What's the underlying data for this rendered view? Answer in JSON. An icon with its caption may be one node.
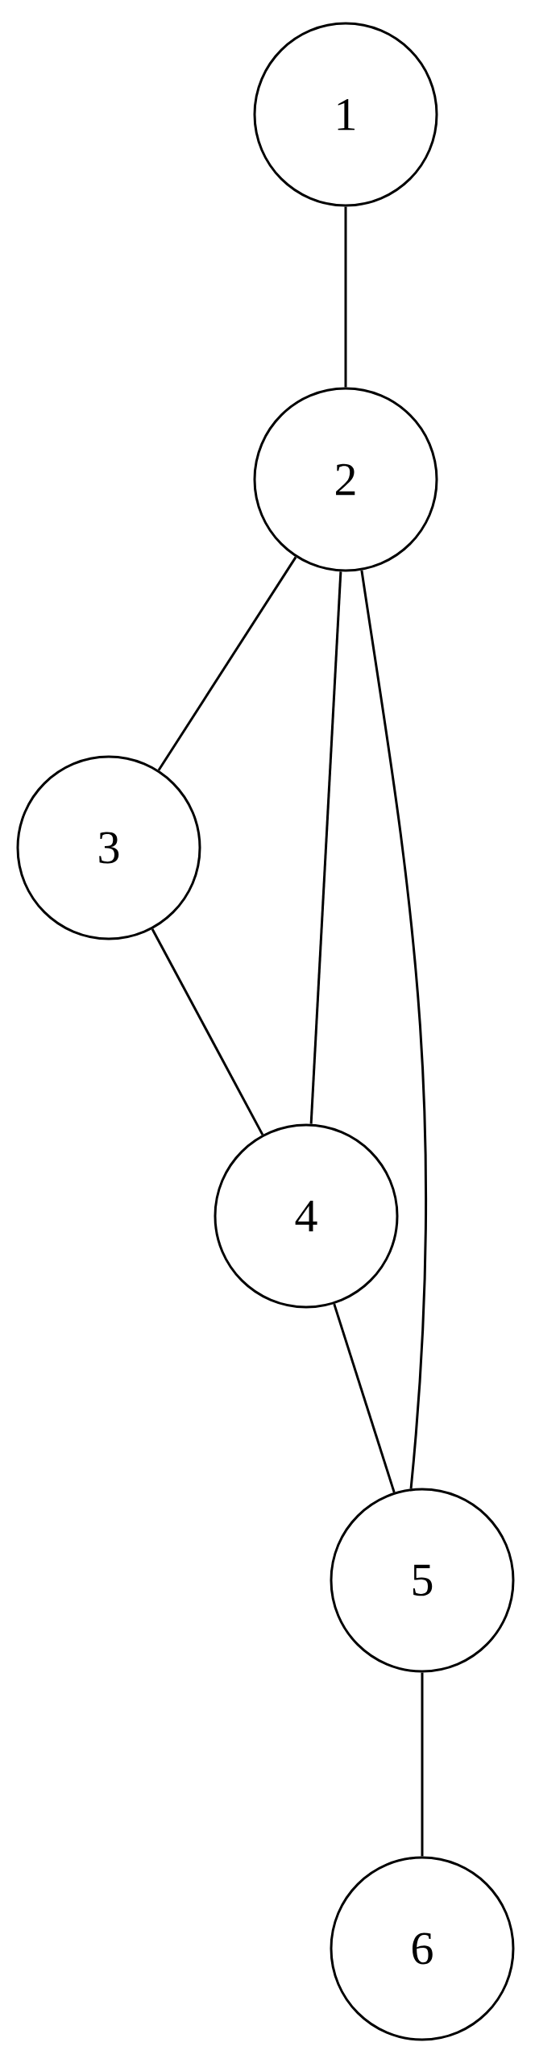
{
  "diagram": {
    "nodes": [
      {
        "text": [
          "1"
        ]
      },
      {
        "text": [
          "2"
        ]
      },
      {
        "text": [
          "3"
        ]
      },
      {
        "text": [
          "4"
        ]
      },
      {
        "text": [
          "5"
        ]
      },
      {
        "text": [
          "6"
        ]
      }
    ],
    "edges": [
      {
        "from": 0,
        "to": 1,
        "arrow": "none"
      },
      {
        "from": 1,
        "to": 2,
        "arrow": "none"
      },
      {
        "from": 1,
        "to": 3,
        "arrow": "none"
      },
      {
        "from": 1,
        "to": 4,
        "arrow": "none"
      },
      {
        "from": 2,
        "to": 3,
        "arrow": "none"
      },
      {
        "from": 3,
        "to": 4,
        "arrow": "none"
      },
      {
        "from": 4,
        "to": 5,
        "arrow": "none"
      }
    ]
  }
}
